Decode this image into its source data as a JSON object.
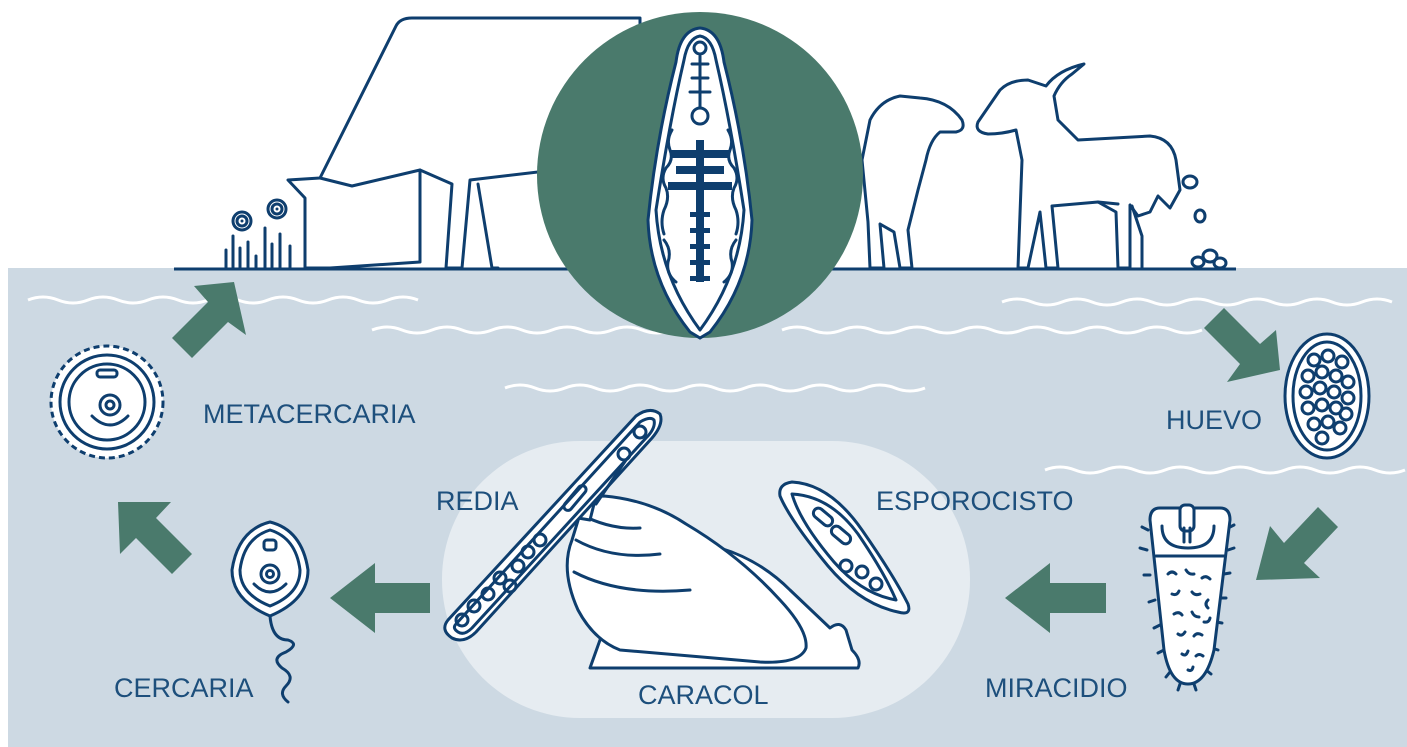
{
  "colors": {
    "water": "#cdd9e3",
    "snail_zone": "#e6ecf1",
    "arrow": "#4a7a6c",
    "line": "#0e3e6e",
    "label": "#1d4f7c"
  },
  "labels": {
    "metacercaria": "METACERCARIA",
    "huevo": "HUEVO",
    "redia": "REDIA",
    "esporocisto": "ESPOROCISTO",
    "miracidio": "MIRACIDIO",
    "cercaria": "CERCARIA",
    "caracol": "CARACOL"
  },
  "icons": {
    "hosts": [
      "cow-icon",
      "sheep-icon",
      "goat-icon"
    ],
    "parasite": "liver-fluke-icon",
    "stages": [
      "metacercaria-icon",
      "egg-icon",
      "miracidium-icon",
      "sporocyst-icon",
      "redia-icon",
      "snail-icon",
      "cercaria-icon"
    ]
  }
}
